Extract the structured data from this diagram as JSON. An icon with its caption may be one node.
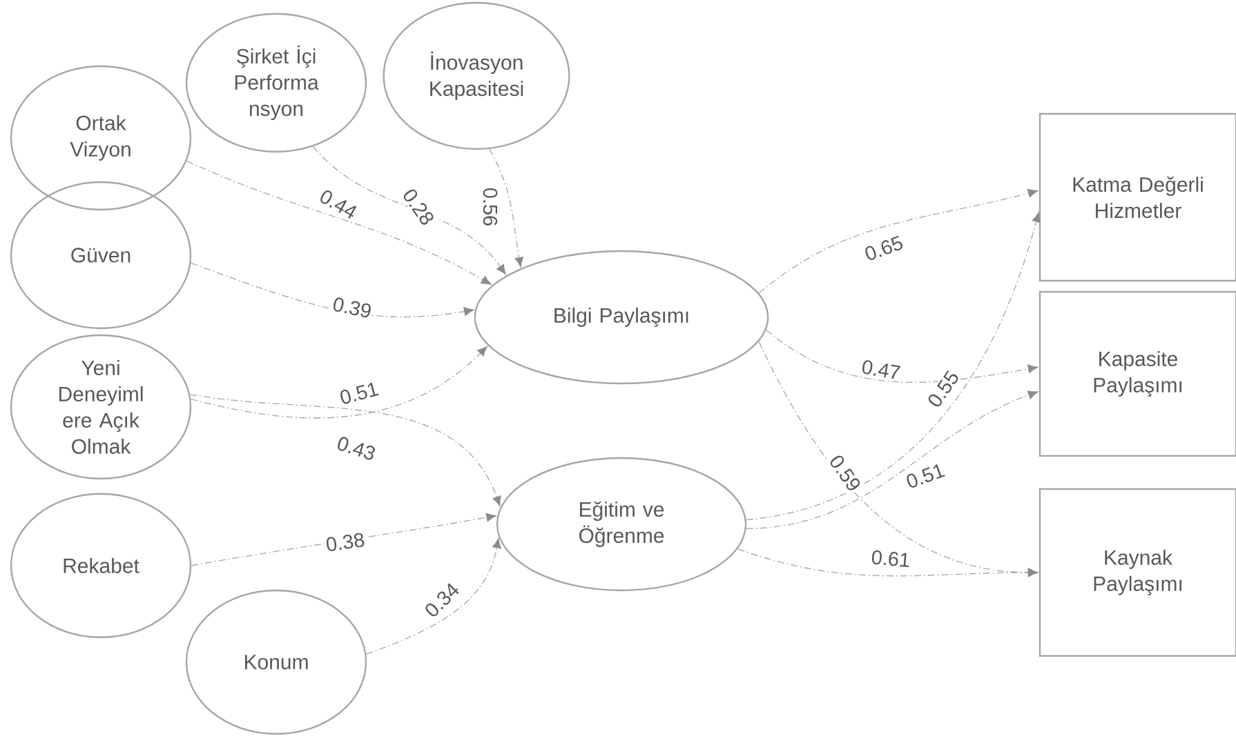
{
  "diagram": {
    "nodes": [
      {
        "text": [
          "Ortak Vizyon"
        ]
      },
      {
        "text": [
          "Şirket İçi Performa nsyon"
        ]
      },
      {
        "text": [
          "İnovasyon Kapasitesi"
        ]
      },
      {
        "text": [
          "Güven"
        ]
      },
      {
        "text": [
          "Yeni Deneyiml ere Açık Olmak"
        ]
      },
      {
        "text": [
          "Rekabet"
        ]
      },
      {
        "text": [
          "Konum"
        ]
      },
      {
        "text": [
          "Bilgi Paylaşımı"
        ]
      },
      {
        "text": [
          "Eğitim ve Öğrenme"
        ]
      },
      {
        "text": [
          "Katma Değerli Hizmetler"
        ]
      },
      {
        "text": [
          "Kapasite Paylaşımı"
        ]
      },
      {
        "text": [
          "Kaynak Paylaşımı"
        ]
      }
    ],
    "edges": [
      {
        "from": 0,
        "to": 7,
        "arrow": "to",
        "label": "0.44",
        "style": "dashed"
      },
      {
        "from": 1,
        "to": 7,
        "arrow": "to",
        "label": "0.28",
        "style": "dashed"
      },
      {
        "from": 2,
        "to": 7,
        "arrow": "to",
        "label": "0.56",
        "style": "dashed"
      },
      {
        "from": 3,
        "to": 7,
        "arrow": "to",
        "label": "0.39",
        "style": "dashed"
      },
      {
        "from": 4,
        "to": 7,
        "arrow": "to",
        "label": "0.51",
        "style": "dashed"
      },
      {
        "from": 4,
        "to": 8,
        "arrow": "to",
        "label": "0.43",
        "style": "dashed"
      },
      {
        "from": 5,
        "to": 8,
        "arrow": "to",
        "label": "0.38",
        "style": "dashed"
      },
      {
        "from": 6,
        "to": 8,
        "arrow": "to",
        "label": "0.34",
        "style": "dashed"
      },
      {
        "from": 7,
        "to": 9,
        "arrow": "to",
        "label": "0.65",
        "style": "dashed"
      },
      {
        "from": 7,
        "to": 10,
        "arrow": "to",
        "label": "0.47",
        "style": "dashed"
      },
      {
        "from": 7,
        "to": 11,
        "arrow": "to",
        "label": "0.59",
        "style": "dashed"
      },
      {
        "from": 8,
        "to": 9,
        "arrow": "to",
        "label": "0.55",
        "style": "dashed"
      },
      {
        "from": 8,
        "to": 10,
        "arrow": "to",
        "label": "0.51",
        "style": "dashed"
      },
      {
        "from": 8,
        "to": 11,
        "arrow": "to",
        "label": "0.61",
        "style": "dashed"
      }
    ]
  }
}
